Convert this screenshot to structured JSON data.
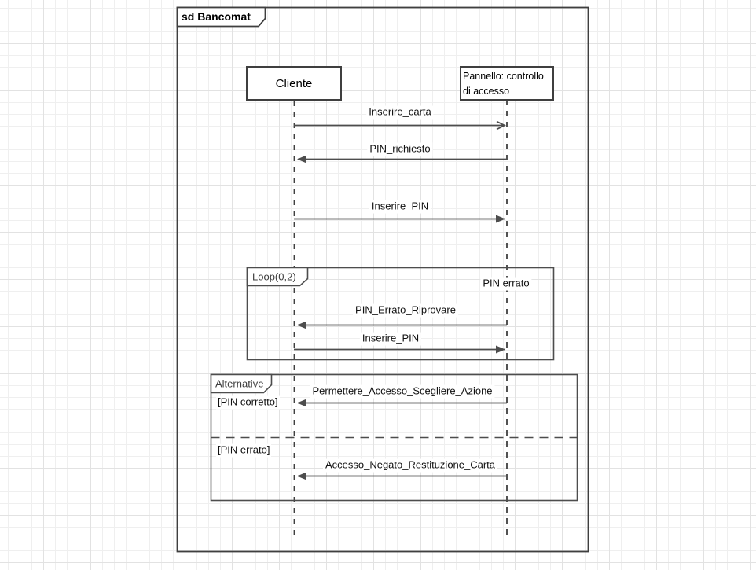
{
  "frame": {
    "title": "sd Bancomat"
  },
  "lifelines": [
    {
      "label": "Cliente"
    },
    {
      "label": "Pannello: controllo di accesso"
    }
  ],
  "messages": {
    "inserire_carta": "Inserire_carta",
    "pin_richiesto": "PIN_richiesto",
    "inserire_pin": "Inserire_PIN",
    "pin_errato_riprovare": "PIN_Errato_Riprovare",
    "inserire_pin_2": "Inserire_PIN",
    "permettere": "Permettere_Accesso_Scegliere_Azione",
    "accesso_negato": "Accesso_Negato_Restituzione_Carta"
  },
  "fragments": {
    "loop": {
      "label": "Loop(0,2)",
      "note": "PIN errato"
    },
    "alternative": {
      "label": "Alternative",
      "guard_true": "[PIN corretto]",
      "guard_false": "[PIN errato]"
    }
  },
  "colors": {
    "stroke": "#4d4d4d",
    "frame_stroke": "#3f3f3f",
    "text": "#111111",
    "grid_minor": "#efefef",
    "grid_major": "#e2e2e2",
    "background": "#ffffff"
  }
}
